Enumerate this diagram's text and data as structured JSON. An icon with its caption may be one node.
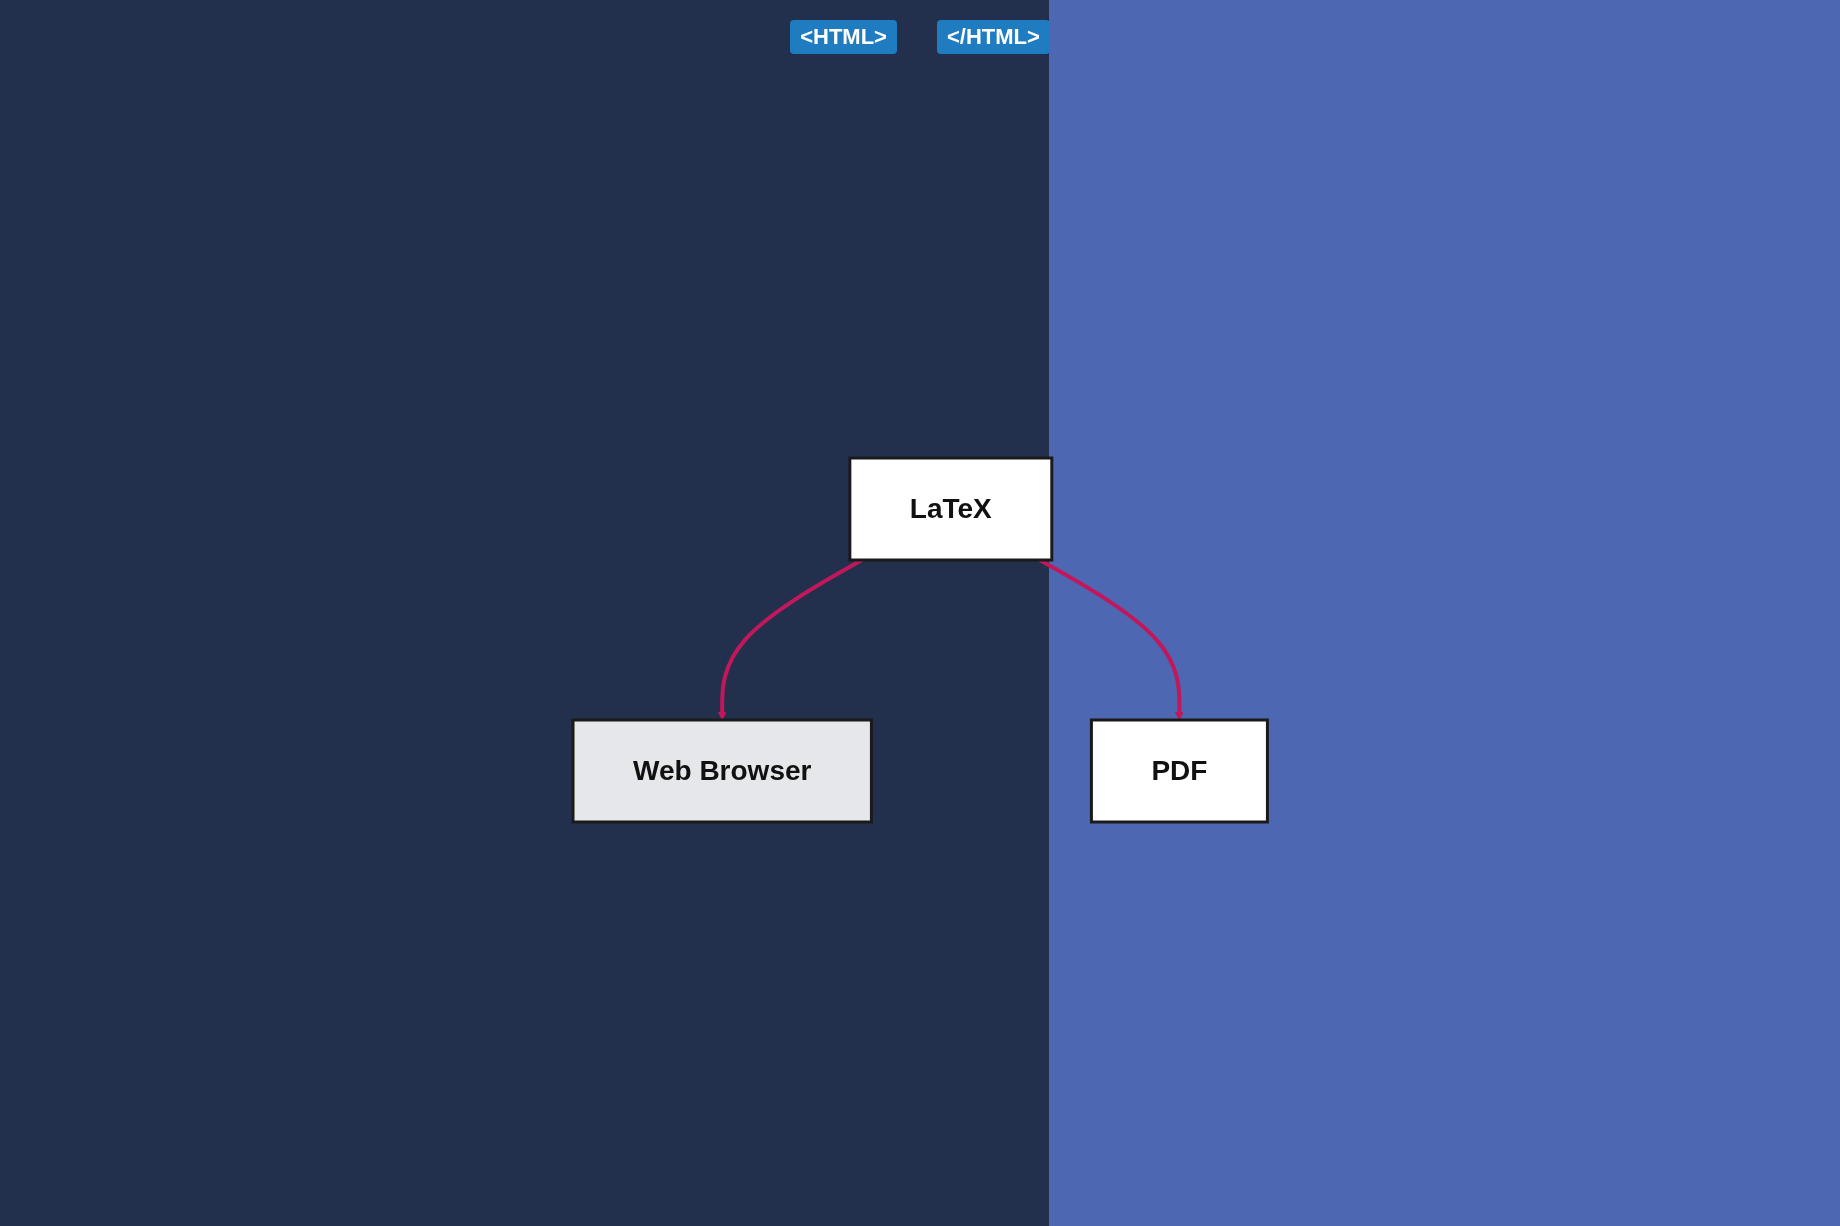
{
  "diagram": {
    "nodes": [
      {
        "text": [
          "LaTeX"
        ]
      },
      {
        "text": [
          "Web Browser"
        ]
      },
      {
        "text": [
          "PDF"
        ]
      }
    ],
    "edges": [
      {
        "from": 0,
        "to": 1,
        "arrow": "to"
      },
      {
        "from": 0,
        "to": 2,
        "arrow": "to"
      }
    ],
    "labels": [
      "<HTML>",
      "</HTML>"
    ]
  }
}
